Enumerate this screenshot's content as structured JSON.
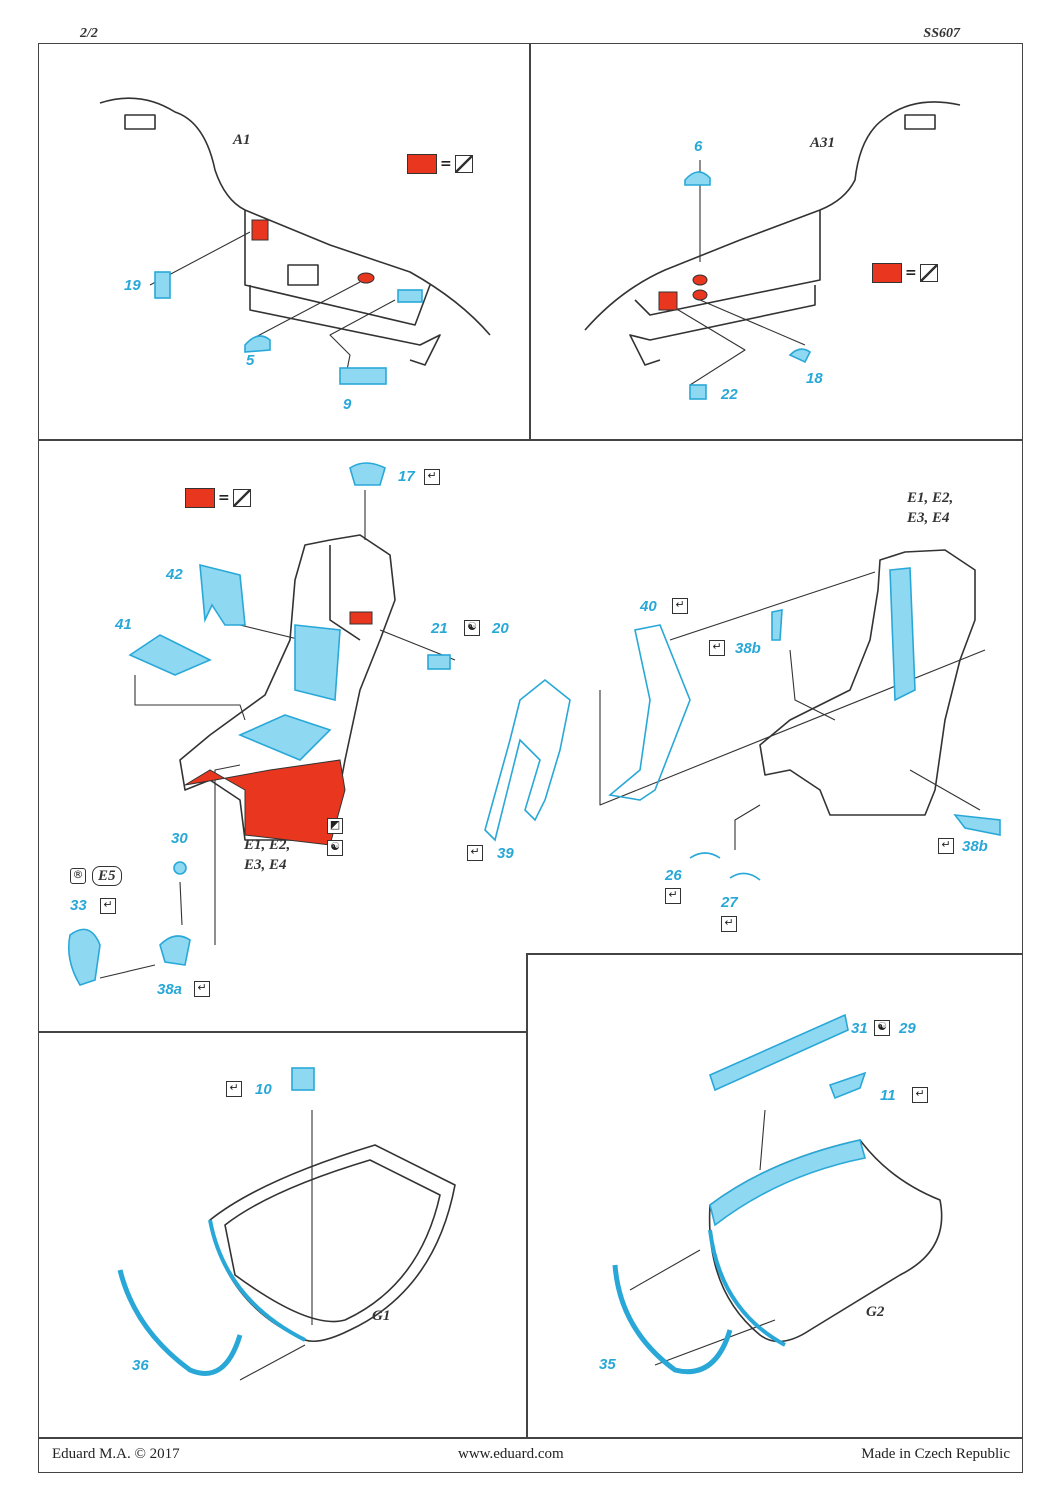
{
  "header": {
    "page": "2/2",
    "code": "SS607"
  },
  "panels": {
    "a1": {
      "label": "A1",
      "parts": [
        "19",
        "5",
        "9"
      ]
    },
    "a31": {
      "label": "A31",
      "parts": [
        "6",
        "18",
        "22"
      ]
    },
    "seat_left": {
      "label_line1": "E1, E2,",
      "label_line2": "E3, E4",
      "parts": [
        "17",
        "42",
        "41",
        "21",
        "20",
        "30",
        "33",
        "38a"
      ],
      "e5": "E5"
    },
    "seat_right": {
      "label_line1": "E1, E2,",
      "label_line2": "E3, E4",
      "parts": [
        "40",
        "38b",
        "39",
        "26",
        "27",
        "38b"
      ]
    },
    "g1": {
      "label": "G1",
      "parts": [
        "10",
        "36"
      ]
    },
    "g2": {
      "label": "G2",
      "parts": [
        "31",
        "29",
        "11",
        "35"
      ]
    }
  },
  "colors": {
    "red": "#e8361f",
    "blue": "#29a8d8",
    "part_fill": "#8fd8f2"
  },
  "footer": {
    "left": "Eduard M.A. © 2017",
    "center": "www.eduard.com",
    "right": "Made in Czech Republic"
  }
}
